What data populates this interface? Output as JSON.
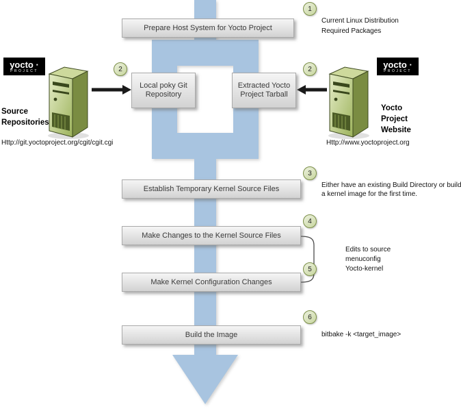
{
  "colors": {
    "flow_blue": "#a8c4e0",
    "box_face": "#e4e4e4",
    "badge_fill": "#d9e3bb",
    "badge_border": "#7b8f47",
    "server_green": "#9db35c",
    "logo_bg": "#000000"
  },
  "boxes": {
    "prepare_host": "Prepare Host System for Yocto Project",
    "local_poky": "Local poky Git Repository",
    "extracted_tarball": "Extracted Yocto Project Tarball",
    "establish_kernel": "Establish Temporary Kernel Source Files",
    "make_changes": "Make Changes to the Kernel Source Files",
    "kernel_config": "Make Kernel Configuration Changes",
    "build_image": "Build the Image"
  },
  "step_badges": {
    "s1": "1",
    "s2_left": "2",
    "s2_right": "2",
    "s3": "3",
    "s4": "4",
    "s5": "5",
    "s6": "6"
  },
  "annotations": {
    "step1_line1": "Current Linux Distribution",
    "step1_line2": "Required Packages",
    "step3_line1": "Either have an existing Build Directory or build",
    "step3_line2": "a kernel image for the first time.",
    "edits_line1": "Edits to source",
    "edits_line2": "menuconfig",
    "edits_line3": "Yocto-kernel",
    "step6_text": "bitbake -k <target_image>"
  },
  "left_source": {
    "logo_main": "yocto ·",
    "logo_sub": "PROJECT",
    "label_line1": "Source",
    "label_line2": "Repositories",
    "url": "Http://git.yoctoproject.org/cgit/cgit.cgi"
  },
  "right_source": {
    "logo_main": "yocto ·",
    "logo_sub": "PROJECT",
    "label_line1": "Yocto",
    "label_line2": "Project",
    "label_line3": "Website",
    "url": "Http://www.yoctoproject.org"
  }
}
